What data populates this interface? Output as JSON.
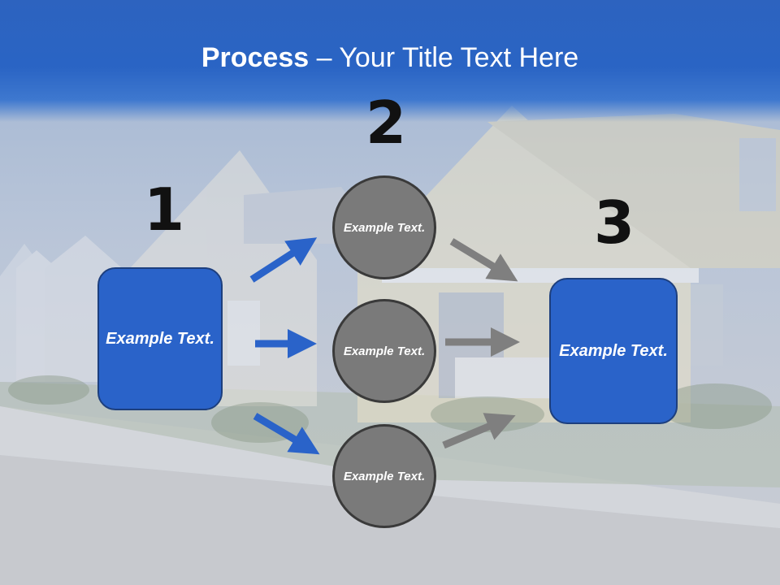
{
  "title": {
    "bold": "Process",
    "rest": " – Your Title Text Here"
  },
  "steps": {
    "n1": "1",
    "n2": "2",
    "n3": "3"
  },
  "left_box": {
    "text": "Example Text."
  },
  "circles": [
    {
      "text": "Example Text."
    },
    {
      "text": "Example Text."
    },
    {
      "text": "Example Text."
    }
  ],
  "right_box": {
    "text": "Example Text."
  },
  "colors": {
    "title_band": "#2a64c4",
    "box_fill": "#2a63c9",
    "circle_fill": "#7a7a7a",
    "arrow_blue": "#2a63c9",
    "arrow_gray": "#7f7f7f"
  }
}
